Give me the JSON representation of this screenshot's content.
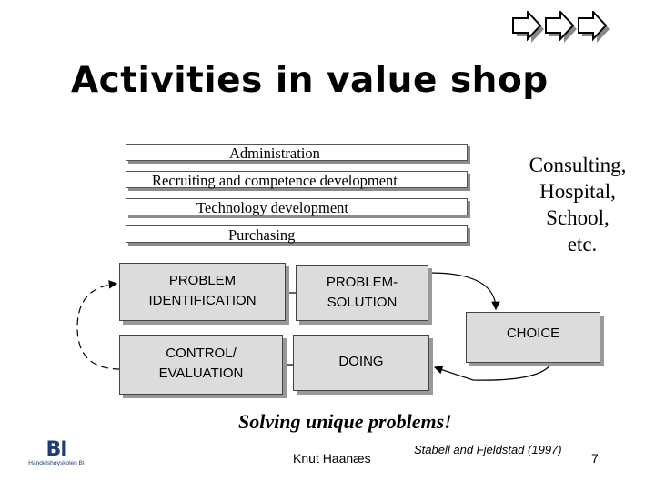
{
  "title": "Activities in value shop",
  "support_bars": [
    "Administration",
    "Recruiting and competence development",
    "Technology development",
    "Purchasing"
  ],
  "examples": [
    "Consulting,",
    "Hospital,",
    "School,",
    "etc."
  ],
  "boxes": {
    "problem_identification": [
      "PROBLEM",
      "IDENTIFICATION"
    ],
    "problem_solution": [
      "PROBLEM-",
      "SOLUTION"
    ],
    "choice": [
      "CHOICE"
    ],
    "doing": [
      "DOING"
    ],
    "control_evaluation": [
      "CONTROL/",
      "EVALUATION"
    ]
  },
  "subtitle": "Solving unique problems!",
  "footer": {
    "author": "Knut Haanæs",
    "source": "Stabell and Fjeldstad (1997)",
    "page_number": "7",
    "logo_mark": "BI",
    "logo_text": "Handelshøyskolen BI"
  },
  "colors": {
    "box_fill": "#dcdcdc",
    "shadow": "#999999",
    "logo": "#1f3a7a"
  },
  "icons": [
    "arrow-right-icon",
    "arrow-right-icon",
    "arrow-right-icon"
  ]
}
